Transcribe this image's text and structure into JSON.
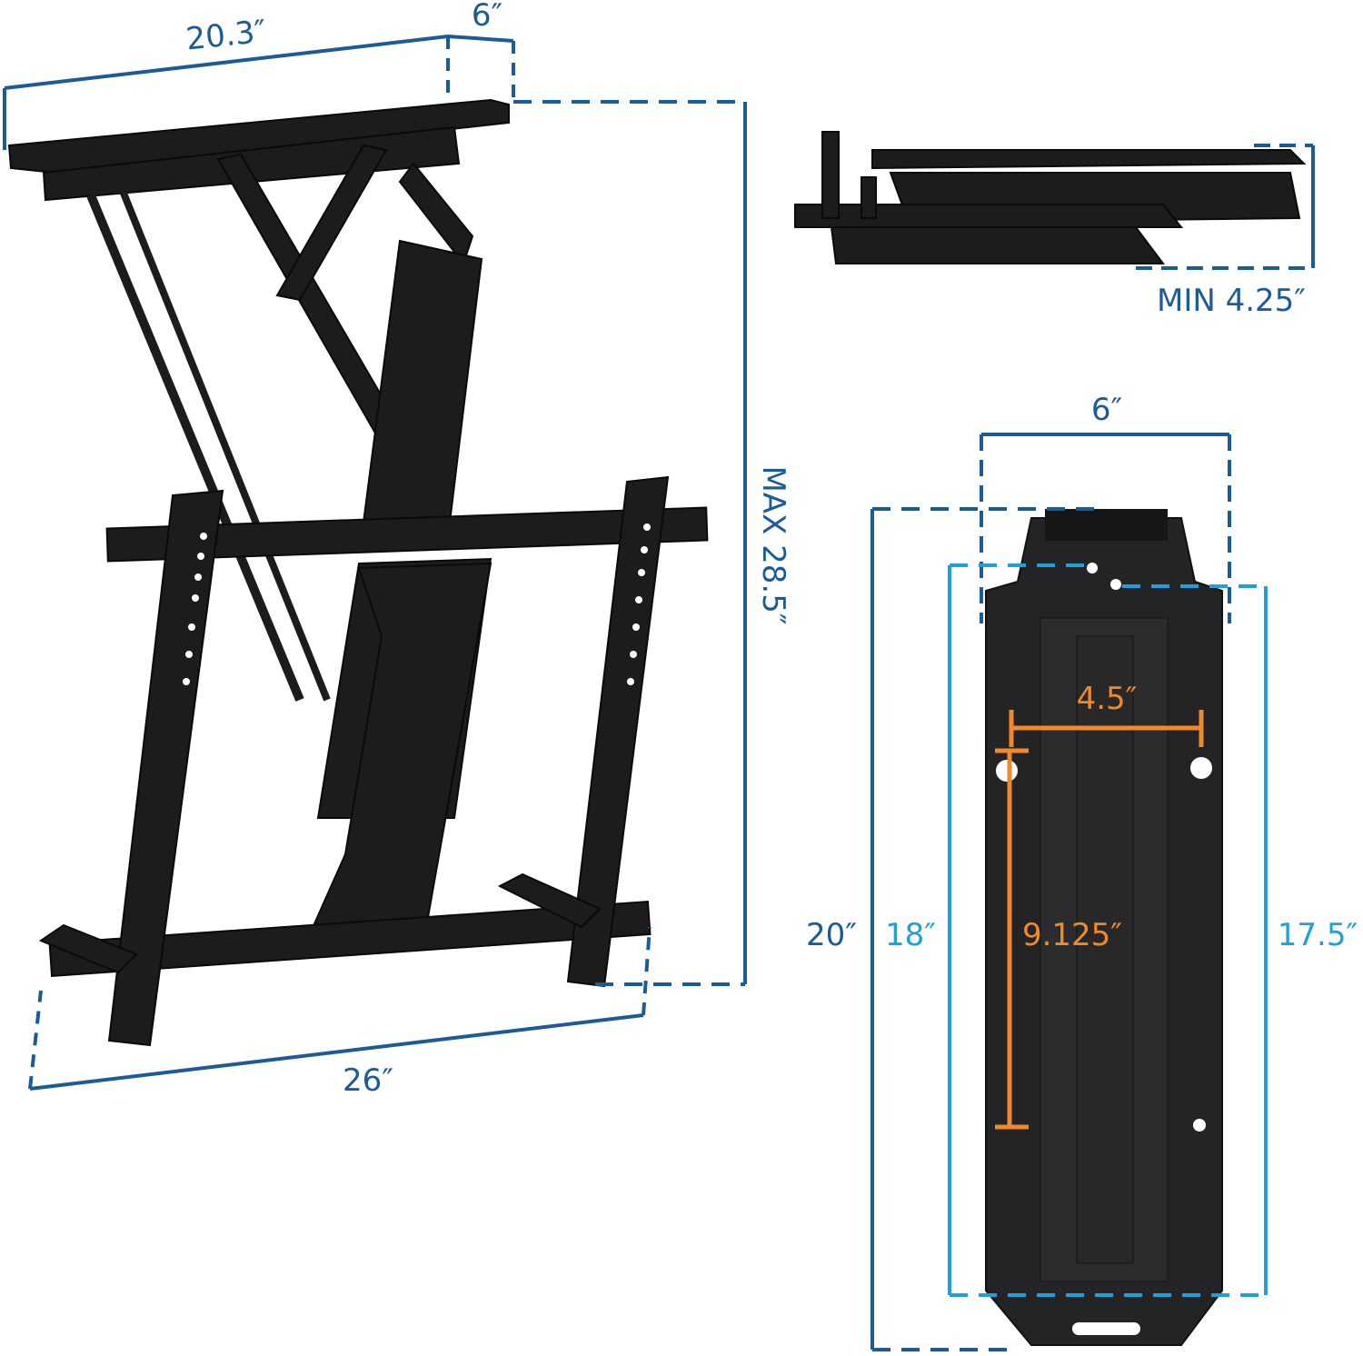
{
  "colors": {
    "primary_dimension": "#1b5c98",
    "secondary_dimension": "#1ea0db",
    "hole_pattern": "#f0892a",
    "product": "#1c1c1e"
  },
  "main_view": {
    "width_label": "20.3″",
    "depth_label": "6″",
    "max_drop_label": "MAX 28.5″",
    "bracket_width_label": "26″"
  },
  "folded_view": {
    "min_height_label": "MIN 4.25″"
  },
  "plate_view": {
    "width_label": "6″",
    "plate_length_label": "20″",
    "outer_span_label": "18″",
    "inner_span_label": "17.5″",
    "hole_spacing_horizontal_label": "4.5″",
    "hole_spacing_vertical_label": "9.125″"
  }
}
